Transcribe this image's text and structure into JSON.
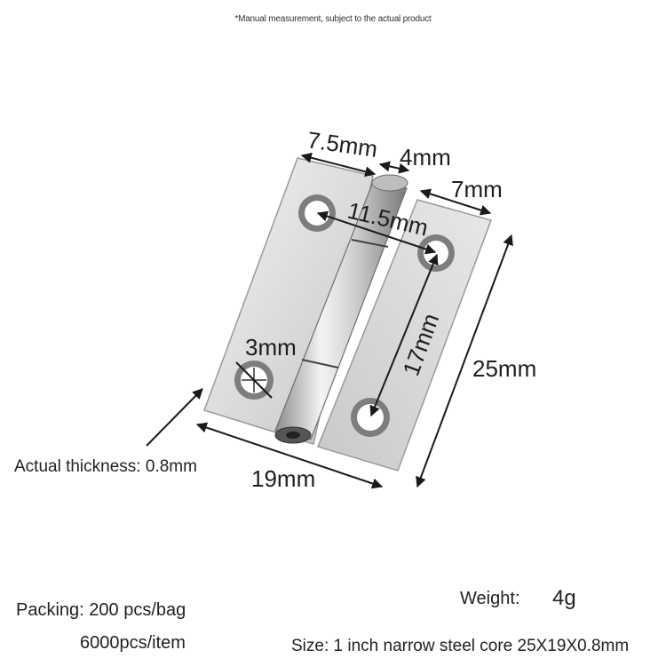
{
  "note": "*Manual measurement, subject to the actual product",
  "dimensions": {
    "top_left": "7.5mm",
    "pin": "4mm",
    "top_right": "7mm",
    "diagonal": "11.5mm",
    "hole_spacing": "17mm",
    "height": "25mm",
    "width": "19mm",
    "hole": "3mm"
  },
  "thickness": "Actual thickness: 0.8mm",
  "packing": {
    "line1": "Packing: 200 pcs/bag",
    "line2": "6000pcs/item"
  },
  "weight": {
    "label": "Weight:",
    "value": "4g"
  },
  "size": "Size: 1 inch narrow steel core 25X19X0.8mm",
  "colors": {
    "background": "#ffffff",
    "metal_light": "#eeeeee",
    "metal_dark": "#a9a9a9",
    "line": "#1a1a1a"
  }
}
